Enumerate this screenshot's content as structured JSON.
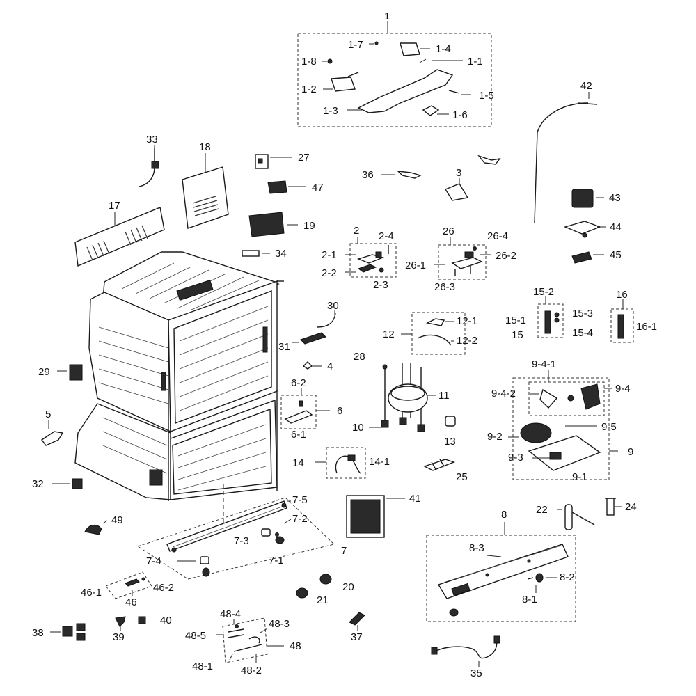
{
  "diagram": {
    "labels": {
      "g1": "1",
      "p1_7": "1-7",
      "p1_4": "1-4",
      "p1_8": "1-8",
      "p1_1": "1-1",
      "p1_2": "1-2",
      "p1_5": "1-5",
      "p1_3": "1-3",
      "p1_6": "1-6",
      "p42": "42",
      "p33": "33",
      "p18": "18",
      "p27": "27",
      "p36": "36",
      "p3": "3",
      "p47": "47",
      "p43": "43",
      "p17": "17",
      "p19": "19",
      "p44": "44",
      "p2": "2",
      "p2_4": "2-4",
      "p26": "26",
      "p26_4": "26-4",
      "p34": "34",
      "p2_1": "2-1",
      "p26_2": "26-2",
      "p45": "45",
      "p2_2": "2-2",
      "p26_1": "26-1",
      "p2_3": "2-3",
      "p26_3": "26-3",
      "p15_2": "15-2",
      "p16": "16",
      "p15_3": "15-3",
      "p30": "30",
      "p15_1": "15-1",
      "p16_1": "16-1",
      "p12_1": "12-1",
      "p12": "12",
      "p15": "15",
      "p15_4": "15-4",
      "p12_2": "12-2",
      "p31": "31",
      "p28": "28",
      "p4": "4",
      "p9_4_1": "9-4-1",
      "p29": "29",
      "p11": "11",
      "p6_2": "6-2",
      "p9_4_2": "9-4-2",
      "p9_4": "9-4",
      "p6": "6",
      "p5": "5",
      "p10": "10",
      "p13": "13",
      "p9_5": "9-5",
      "p6_1": "6-1",
      "p9_2": "9-2",
      "p9": "9",
      "p14": "14",
      "p14_1": "14-1",
      "p9_3": "9-3",
      "p25": "25",
      "p9_1": "9-1",
      "p32": "32",
      "p7_5": "7-5",
      "p41": "41",
      "p22": "22",
      "p24": "24",
      "p49": "49",
      "p7_2": "7-2",
      "p8": "8",
      "p7_3": "7-3",
      "p7": "7",
      "p8_3": "8-3",
      "p7_4": "7-4",
      "p7_1": "7-1",
      "p46_1": "46-1",
      "p46_2": "46-2",
      "p8_2": "8-2",
      "p20": "20",
      "p46": "46",
      "p21": "21",
      "p8_1": "8-1",
      "p48_4": "48-4",
      "p38": "38",
      "p40": "40",
      "p48_3": "48-3",
      "p37": "37",
      "p39": "39",
      "p48_5": "48-5",
      "p48": "48",
      "p48_1": "48-1",
      "p48_2": "48-2",
      "p35": "35"
    }
  }
}
